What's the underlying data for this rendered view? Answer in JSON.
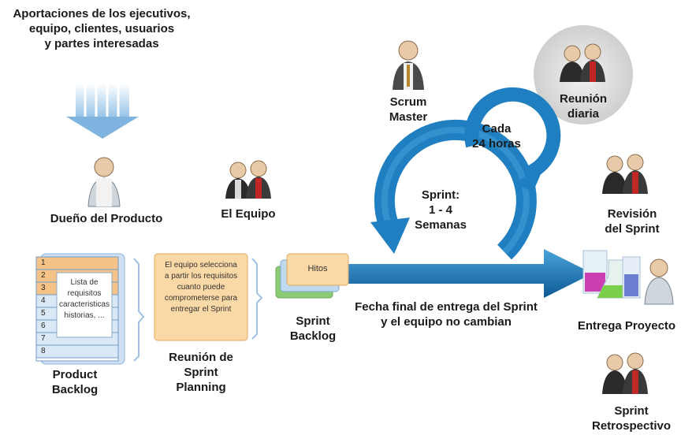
{
  "inputs": {
    "lines": [
      "Aportaciones de los ejecutivos,",
      "equipo, clientes, usuarios",
      "y partes interesadas"
    ]
  },
  "product_owner": {
    "label": "Dueño del Producto"
  },
  "team": {
    "label": "El Equipo"
  },
  "scrum_master": {
    "lines": [
      "Scrum",
      "Master"
    ]
  },
  "daily_meeting": {
    "lines": [
      "Reunión",
      "diaria"
    ]
  },
  "daily_cycle": {
    "lines": [
      "Cada",
      "24 horas"
    ]
  },
  "sprint_cycle": {
    "lines": [
      "Sprint:",
      "1 - 4",
      "Semanas"
    ]
  },
  "sprint_review": {
    "lines": [
      "Revisión",
      "del Sprint"
    ]
  },
  "delivery": {
    "label": "Entrega Proyecto"
  },
  "retrospective": {
    "lines": [
      "Sprint",
      "Retrospectivo"
    ]
  },
  "product_backlog": {
    "numbers": [
      "1",
      "2",
      "3",
      "4",
      "5",
      "6",
      "7",
      "8"
    ],
    "note_lines": [
      "Lista de",
      "requisitos",
      "caracteristicas",
      "historias, ..."
    ],
    "title_lines": [
      "Product",
      "Backlog"
    ]
  },
  "planning": {
    "note_lines": [
      "El equipo selecciona",
      "a partir los requisitos",
      "cuanto puede",
      "comprometerse para",
      "entregar el Sprint"
    ],
    "title_lines": [
      "Reunión de",
      "Sprint",
      "Planning"
    ]
  },
  "sprint_backlog": {
    "card_label": "Hitos",
    "title_lines": [
      "Sprint",
      "Backlog"
    ]
  },
  "arrow_caption": {
    "lines": [
      "Fecha final de entrega del Sprint",
      "y el equipo no cambian"
    ]
  },
  "colors": {
    "arrow_blue": "#1f7fc0",
    "arrow_dark": "#0d5a94",
    "input_arrow": "#8fbfe6",
    "backlog_blue": "#dbe9f7",
    "backlog_orange": "#f5c387",
    "planning_note": "#fbd9a6"
  }
}
